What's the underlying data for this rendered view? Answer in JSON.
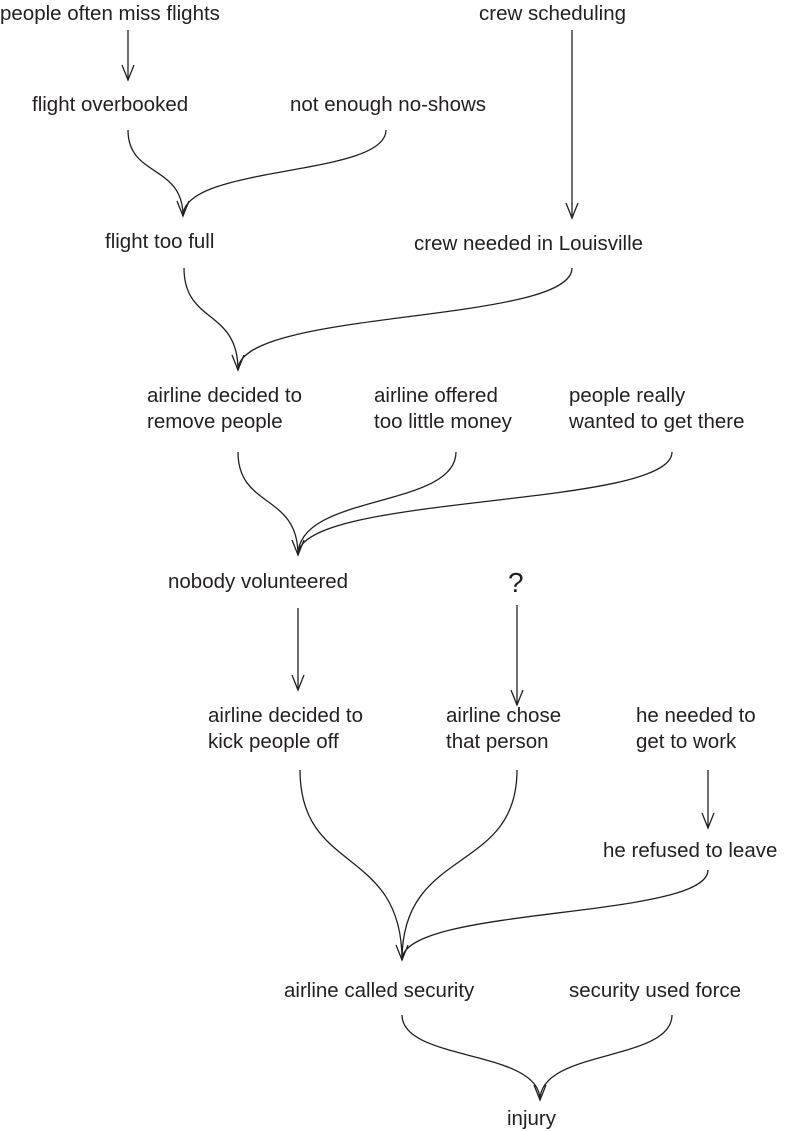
{
  "title": "Causal diagram of airline passenger removal",
  "nodes": {
    "miss_flights": [
      "people often miss flights"
    ],
    "crew_scheduling": [
      "crew scheduling"
    ],
    "overbooked": [
      "flight overbooked"
    ],
    "no_shows": [
      "not enough no-shows"
    ],
    "too_full": [
      "flight too full"
    ],
    "crew_needed": [
      "crew needed in Louisville"
    ],
    "decided_remove": [
      "airline decided to",
      "remove people"
    ],
    "too_little_money": [
      "airline offered",
      "too little money"
    ],
    "wanted_there": [
      "people really",
      "wanted to get there"
    ],
    "nobody_volunteered": [
      "nobody volunteered"
    ],
    "unknown": [
      "?"
    ],
    "kick_off": [
      "airline decided to",
      "kick people off"
    ],
    "chose_person": [
      "airline chose",
      "that person"
    ],
    "needed_work": [
      "he needed to",
      "get to work"
    ],
    "refused": [
      "he refused to leave"
    ],
    "called_security": [
      "airline called security"
    ],
    "used_force": [
      "security used force"
    ],
    "injury": [
      "injury"
    ]
  }
}
